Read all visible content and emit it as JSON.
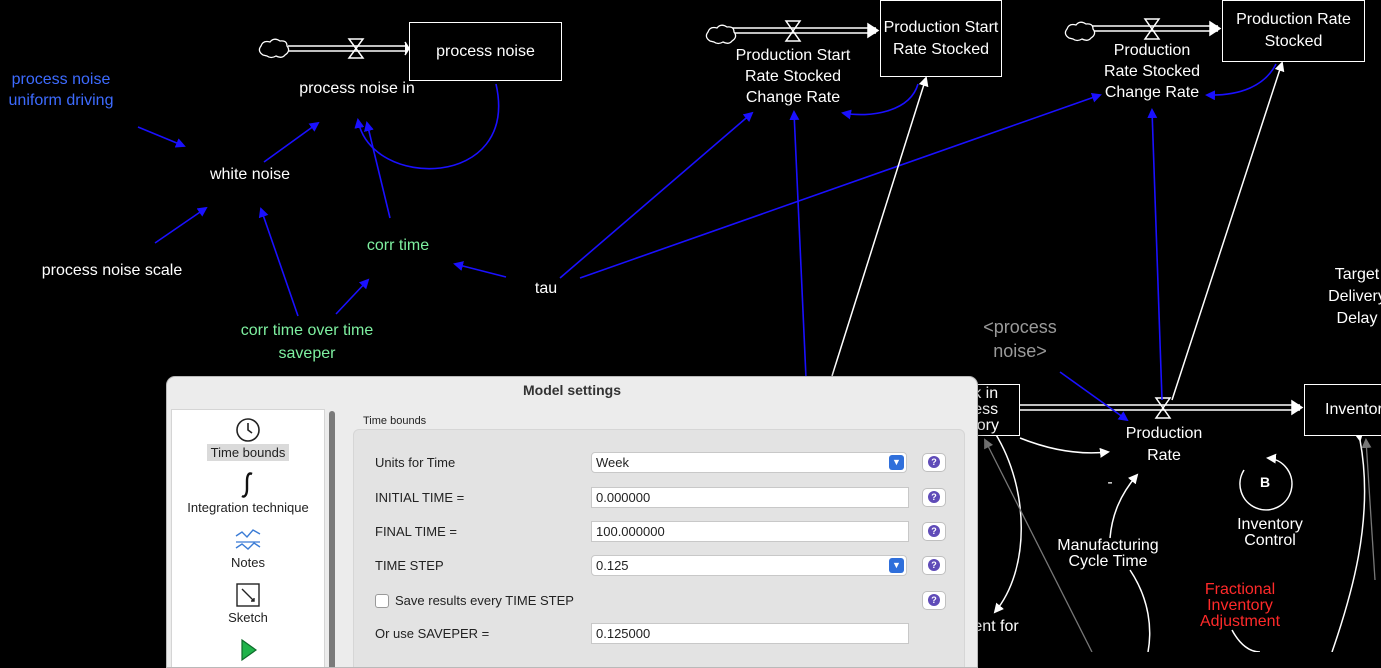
{
  "diagram": {
    "stocks": {
      "process_noise": "process noise",
      "production_start_rate_stocked": "Production Start Rate Stocked",
      "production_rate_stocked": "Production Rate Stocked",
      "work_in_process_inventory": "k in\ness\ntory",
      "inventory": "Inventor"
    },
    "variables": {
      "process_noise_uniform_driving": "process noise\nuniform driving",
      "process_noise_in": "process noise in",
      "white_noise": "white noise",
      "process_noise_scale": "process noise scale",
      "corr_time": "corr time",
      "corr_time_over_time_saveper": "corr time over time\nsaveper",
      "tau": "tau",
      "production_start_rate_stocked_change_rate": "Production Start\nRate Stocked\nChange Rate",
      "production_rate_stocked_change_rate": "Production\nRate Stocked\nChange Rate",
      "process_noise_shadow": "<process\nnoise>",
      "production_rate": "Production\nRate",
      "manufacturing_cycle_time": "Manufacturing\nCycle Time",
      "inventory_control_loop": "B",
      "inventory_control": "Inventory\nControl",
      "fractional_inventory_adjustment": "Fractional\nInventory\nAdjustment",
      "target_delivery_delay": "Target\nDelivery\nDelay",
      "adjustment_for_wip": "ment for\nIP",
      "polarity_minus": "-"
    },
    "colors": {
      "background": "#000000",
      "link_blue": "#1a10ff",
      "link_white": "#ffffff",
      "link_grey": "#777777",
      "label_blue": "#3d6bff",
      "label_green": "#7ef0a0",
      "label_purple": "#9b2cf5",
      "label_red": "#ff2a2a"
    }
  },
  "dialog": {
    "title": "Model settings",
    "nav": [
      {
        "label": "Time bounds",
        "icon": "clock-icon",
        "selected": true
      },
      {
        "label": "Integration technique",
        "icon": "integral-icon",
        "selected": false
      },
      {
        "label": "Notes",
        "icon": "notes-icon",
        "selected": false
      },
      {
        "label": "Sketch",
        "icon": "sketch-icon",
        "selected": false
      },
      {
        "label": "",
        "icon": "play-icon",
        "selected": false
      }
    ],
    "group_title": "Time bounds",
    "units_for_time": {
      "label": "Units for Time",
      "value": "Week"
    },
    "initial_time": {
      "label": "INITIAL TIME =",
      "value": "0.000000"
    },
    "final_time": {
      "label": "FINAL TIME =",
      "value": "100.000000"
    },
    "time_step": {
      "label": "TIME STEP",
      "value": "0.125"
    },
    "save_every_step": {
      "label": "Save results every TIME STEP",
      "checked": false
    },
    "saveper": {
      "label": "Or use SAVEPER =",
      "value": "0.125000"
    }
  }
}
